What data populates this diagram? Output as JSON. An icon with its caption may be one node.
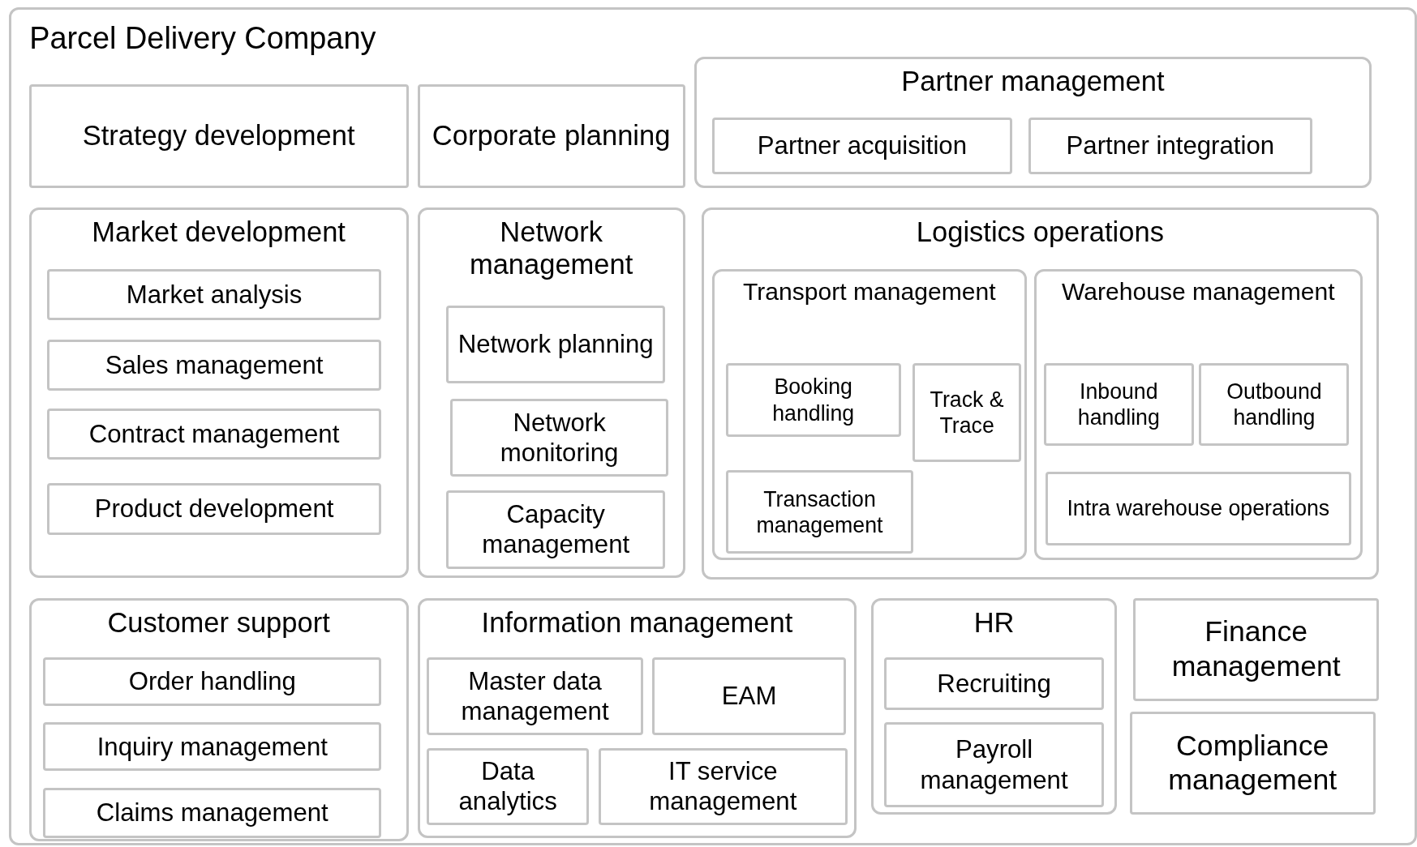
{
  "diagram": {
    "nodes": [
      {
        "text": [
          "Parcel Delivery Company"
        ]
      },
      {
        "text": [
          "Strategy development"
        ],
        "in": 0
      },
      {
        "text": [
          "Corporate planning"
        ],
        "in": 0
      },
      {
        "text": [
          "Partner management"
        ],
        "in": 0
      },
      {
        "text": [
          "Partner acquisition"
        ],
        "in": 3
      },
      {
        "text": [
          "Partner integration"
        ],
        "in": 3
      },
      {
        "text": [
          "Market development"
        ],
        "in": 0
      },
      {
        "text": [
          "Market analysis"
        ],
        "in": 6
      },
      {
        "text": [
          "Sales management"
        ],
        "in": 6
      },
      {
        "text": [
          "Contract management"
        ],
        "in": 6
      },
      {
        "text": [
          "Product development"
        ],
        "in": 6
      },
      {
        "text": [
          "Network management"
        ],
        "in": 0
      },
      {
        "text": [
          "Network planning"
        ],
        "in": 11
      },
      {
        "text": [
          "Network monitoring"
        ],
        "in": 11
      },
      {
        "text": [
          "Capacity management"
        ],
        "in": 11
      },
      {
        "text": [
          "Logistics operations"
        ],
        "in": 0
      },
      {
        "text": [
          "Transport management"
        ],
        "in": 15
      },
      {
        "text": [
          "Booking handling"
        ],
        "in": 16
      },
      {
        "text": [
          "Track & Trace"
        ],
        "in": 16
      },
      {
        "text": [
          "Transaction management"
        ],
        "in": 16
      },
      {
        "text": [
          "Warehouse management"
        ],
        "in": 15
      },
      {
        "text": [
          "Inbound handling"
        ],
        "in": 20
      },
      {
        "text": [
          "Outbound handling"
        ],
        "in": 20
      },
      {
        "text": [
          "Intra warehouse operations"
        ],
        "in": 20
      },
      {
        "text": [
          "Customer support"
        ],
        "in": 0
      },
      {
        "text": [
          "Order handling"
        ],
        "in": 24
      },
      {
        "text": [
          "Inquiry management"
        ],
        "in": 24
      },
      {
        "text": [
          "Claims management"
        ],
        "in": 24
      },
      {
        "text": [
          "Information management"
        ],
        "in": 0
      },
      {
        "text": [
          "Master data management"
        ],
        "in": 28
      },
      {
        "text": [
          "EAM"
        ],
        "in": 28
      },
      {
        "text": [
          "Data analytics"
        ],
        "in": 28
      },
      {
        "text": [
          "IT service management"
        ],
        "in": 28
      },
      {
        "text": [
          "HR"
        ],
        "in": 0
      },
      {
        "text": [
          "Recruiting"
        ],
        "in": 33
      },
      {
        "text": [
          "Payroll management"
        ],
        "in": 33
      },
      {
        "text": [
          "Finance management"
        ],
        "in": 0
      },
      {
        "text": [
          "Compliance management"
        ],
        "in": 0
      }
    ],
    "edges": []
  }
}
